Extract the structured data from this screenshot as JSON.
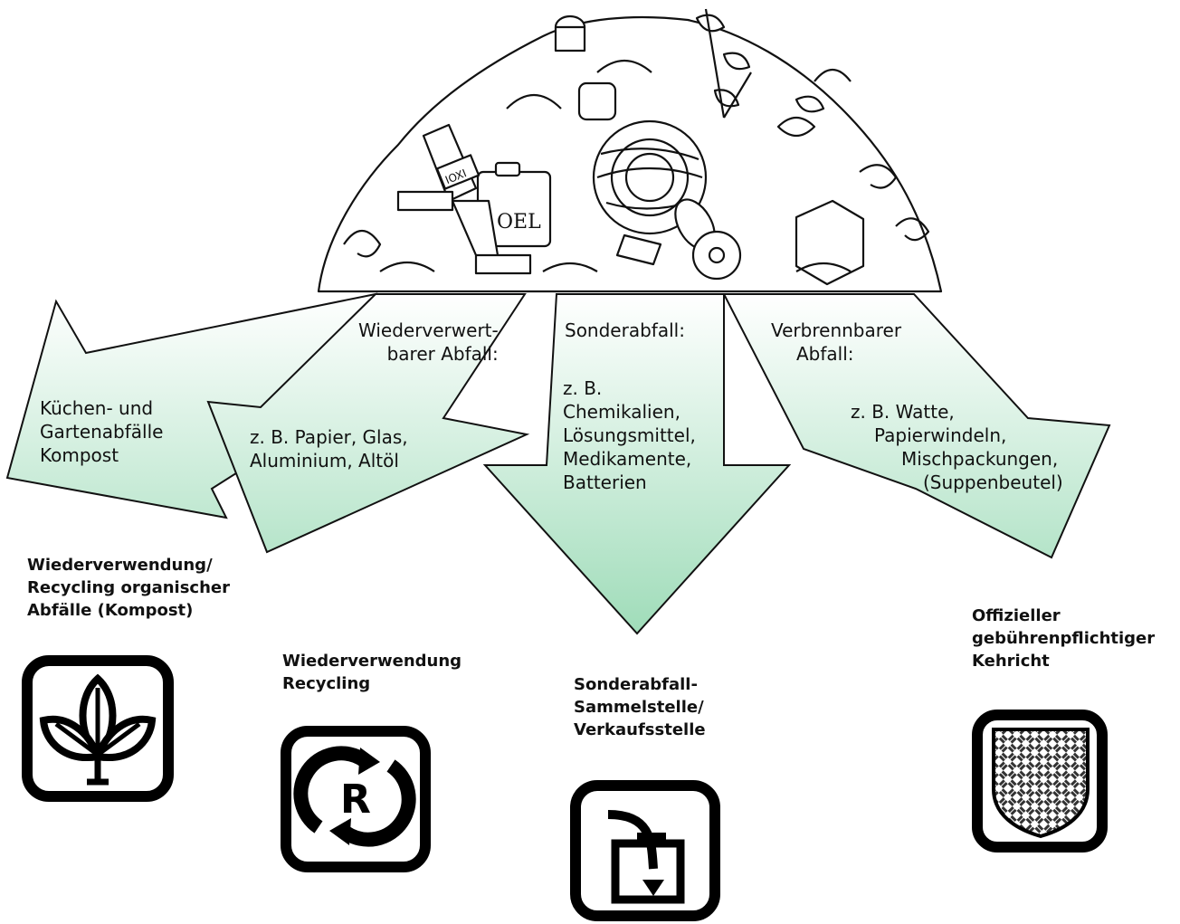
{
  "categories": [
    {
      "id": "compost",
      "arrow_text": [
        "Küchen- und",
        "Gartenabfälle",
        "Kompost"
      ],
      "destination": [
        "Wiederverwendung/",
        "Recycling organischer",
        "Abfälle (Kompost)"
      ],
      "icon": "plant-leaves-icon"
    },
    {
      "id": "recyclable",
      "heading": [
        "Wiederverwert-",
        "barer Abfall:"
      ],
      "examples": [
        "z. B. Papier, Glas,",
        "Aluminium, Altöl"
      ],
      "destination": [
        "Wiederverwendung",
        "Recycling"
      ],
      "icon": "recycling-r-icon"
    },
    {
      "id": "hazardous",
      "heading": [
        "Sonderabfall:"
      ],
      "examples": [
        "z. B.",
        "Chemikalien,",
        "Lösungsmittel,",
        "Medikamente,",
        "Batterien"
      ],
      "destination": [
        "Sonderabfall-",
        "Sammelstelle/",
        "Verkaufsstelle"
      ],
      "icon": "collection-container-icon"
    },
    {
      "id": "combustible",
      "heading": [
        "Verbrennbarer",
        "Abfall:"
      ],
      "examples": [
        "z. B. Watte,",
        "Papierwindeln,",
        "Mischpackungen,",
        "(Suppenbeutel)"
      ],
      "destination": [
        "Offizieller",
        "gebührenpflichtiger",
        "Kehricht"
      ],
      "icon": "coat-of-arms-icon"
    }
  ],
  "colors": {
    "arrow_top": "#ffffff",
    "arrow_bottom": "#9fdcb9",
    "outline": "#111111"
  },
  "illustration": "waste-pile-icon"
}
